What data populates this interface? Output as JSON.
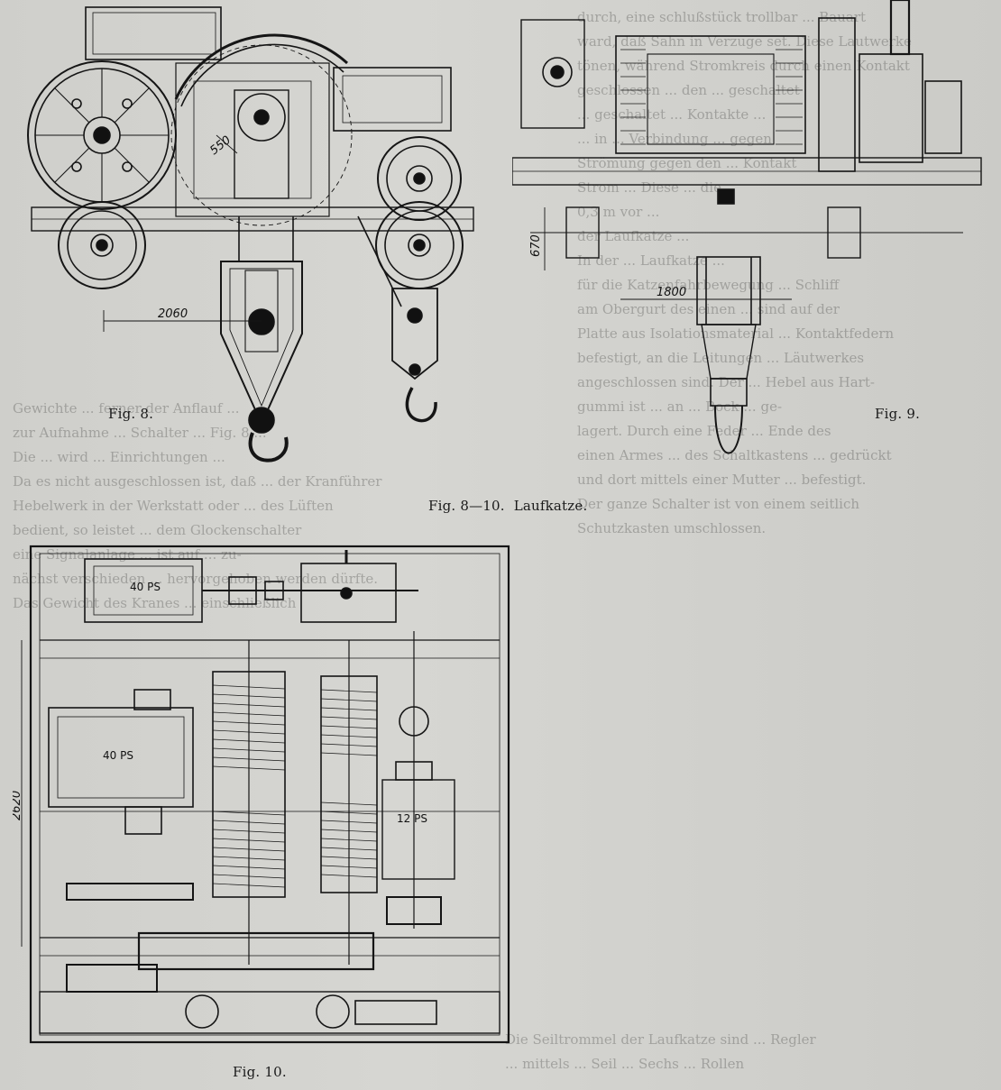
{
  "figures": {
    "fig8": {
      "label": "Fig. 8.",
      "dims": [
        "550",
        "2060"
      ]
    },
    "fig9": {
      "label": "Fig. 9.",
      "dims": [
        "1800",
        "670"
      ]
    },
    "fig10": {
      "label": "Fig. 10.",
      "dims": [
        "2620"
      ]
    },
    "group_caption": "Fig. 8—10.",
    "group_title": "Laufkatze."
  },
  "plates": {
    "motor_large_top": "40 PS",
    "motor_large_left": "40 PS",
    "motor_small": "12 PS"
  },
  "bleed_text": {
    "right_column": [
      "durch, eine schlußstück trollbar ... Bauart",
      "ward, daß Sahn in Verzuge set. Diese Lautwerke",
      "tönen, während Stromkreis durch einen Kontakt",
      "geschlossen ... den ... geschaltet",
      "... geschaltet ... Kontakte ...",
      "... in ... Verbindung ... gegen",
      "Strömung gegen den ... Kontakt",
      "Strom ... Diese ... die",
      "0,3 m vor ...",
      "der Laufkatze ...",
      "In der ... Laufkatze ...",
      "für die Katzenfahrbewegung ... Schliff",
      "am Obergurt des einen ... sind auf der",
      "Platte aus Isolationsmaterial ... Kontaktfedern",
      "befestigt, an die Leitungen ... Läutwerkes",
      "angeschlossen sind. Der ... Hebel aus Hart-",
      "gummi ist ... an ... Bock ... ge-",
      "lagert. Durch eine Feder ... Ende des",
      "einen Armes ... des Schaltkastens ... gedrückt",
      "und dort mittels einer Mutter ... befestigt.",
      "Der ganze Schalter ist von einem seitlich",
      "Schutzkasten umschlossen."
    ],
    "left_column": [
      "Gewichte ... ferner der Anflauf ...",
      "zur Aufnahme ... Schalter ... Fig. 8 ...",
      "Die ... wird ... Einrichtungen ...",
      "Da es nicht ausgeschlossen ist, daß ... der Kranführer",
      "Hebelwerk in der Werkstatt oder ... des Lüften",
      "bedient, so leistet ... dem Glockenschalter",
      "eine Signalanlage ... ist auf ... zu-",
      "nächst verschieden ... hervorgehoben werden dürfte.",
      "Das Gewicht des Kranes ... einschließlich"
    ],
    "bottom_lines": [
      "Die Seiltrommel der Laufkatze sind ... Regler",
      "... mittels ... Seil ... Sechs ... Rollen"
    ]
  }
}
